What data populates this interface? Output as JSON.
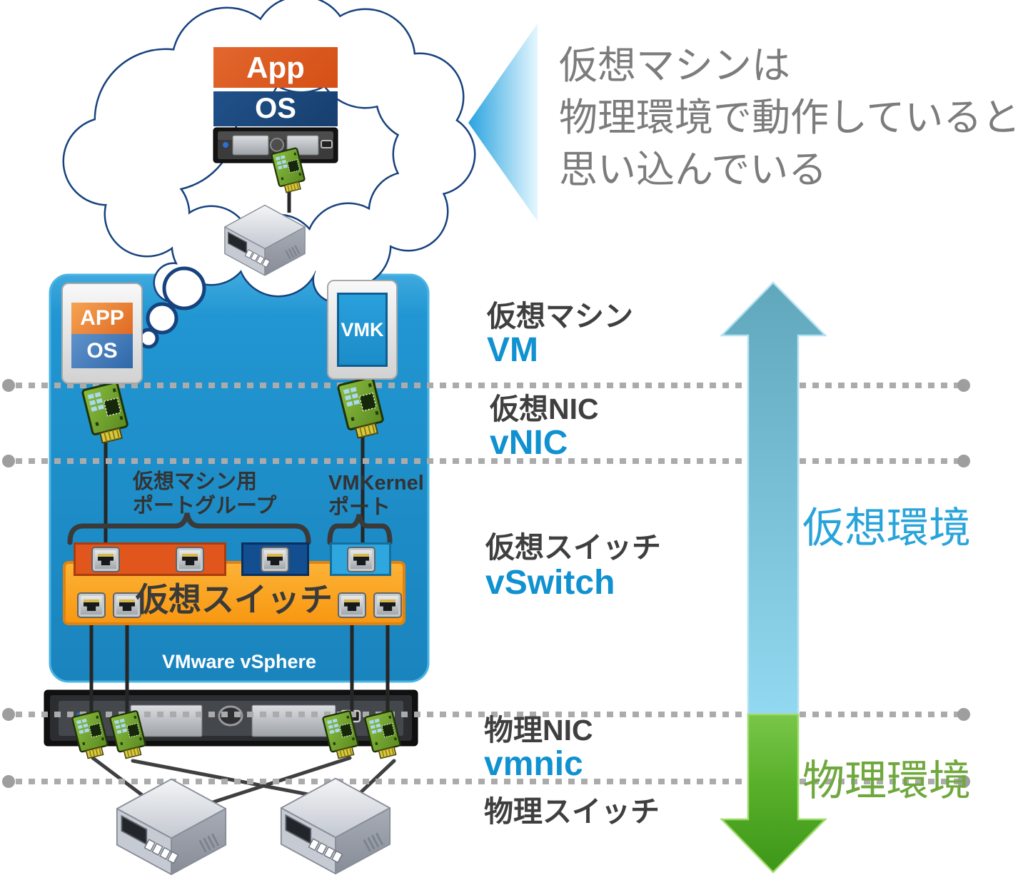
{
  "thought_bubble": {
    "lines": [
      "仮想マシンは",
      "物理環境で動作していると",
      "思い込んでいる"
    ]
  },
  "cloud_vm": {
    "app": "App",
    "os": "OS"
  },
  "host": {
    "vm": {
      "app": "APP",
      "os": "OS"
    },
    "vmkernel": {
      "label": "VMK"
    },
    "port_group_label": {
      "line1": "仮想マシン用",
      "line2": "ポートグループ"
    },
    "vmkernel_port_label": {
      "line1": "VMKernel",
      "line2": "ポート"
    },
    "vswitch_label": "仮想スイッチ",
    "platform": "VMware vSphere"
  },
  "layer_labels": [
    {
      "jp": "仮想マシン",
      "en": "VM"
    },
    {
      "jp": "仮想NIC",
      "en": "vNIC"
    },
    {
      "jp": "仮想スイッチ",
      "en": "vSwitch"
    },
    {
      "jp": "物理NIC",
      "en": "vmnic"
    },
    {
      "jp": "物理スイッチ",
      "en": ""
    }
  ],
  "environment_labels": {
    "virtual": "仮想環境",
    "physical": "物理環境"
  },
  "colors": {
    "vmware_blue": "#1f93cf",
    "accent_blue": "#1091d0",
    "virtual_env_blue": "#29a4da",
    "physical_env_green": "#6fa83c",
    "vswitch_orange": "#f9a01b",
    "port_group_orange": "#e0561c",
    "port_group_navy": "#134e91",
    "vmkernel_port_blue": "#2ea6e0",
    "nic_green": "#76a532",
    "headline_gray": "#7c7c7c",
    "label_dark": "#3f3f3f"
  },
  "icons": {
    "cloud": "thought-cloud",
    "pointer": "speech-pointer-triangle",
    "nic": "nic-card-icon",
    "switch": "network-switch-icon",
    "server": "rack-server-icon",
    "port": "ethernet-port-icon",
    "axis_arrow": "virtual-physical-axis-arrow"
  }
}
